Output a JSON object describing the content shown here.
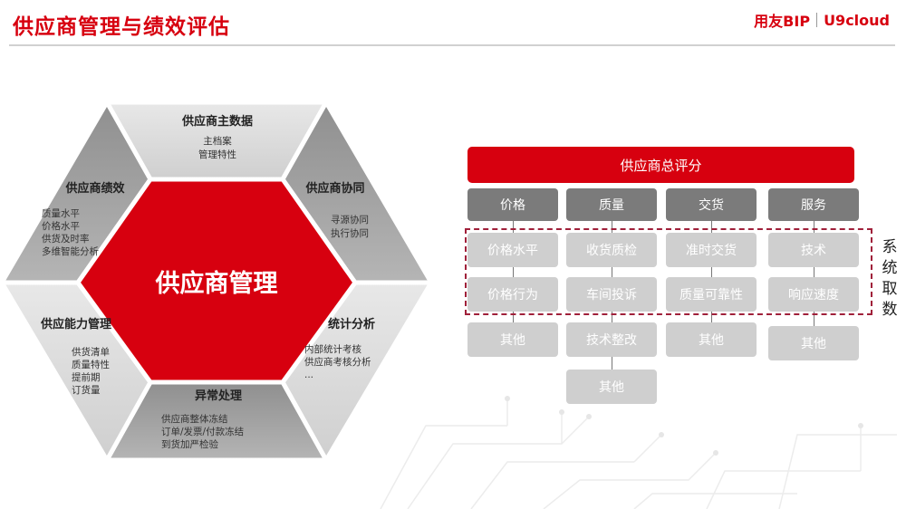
{
  "title": "供应商管理与绩效评估",
  "logo": {
    "brand": "用友BIP",
    "product": "U9cloud"
  },
  "hexagon": {
    "center": "供应商管理",
    "segments": [
      {
        "id": "master",
        "title": "供应商主数据",
        "items": [
          "主档案",
          "管理特性"
        ]
      },
      {
        "id": "collab",
        "title": "供应商协同",
        "items": [
          "寻源协同",
          "执行协同"
        ]
      },
      {
        "id": "stats",
        "title": "统计分析",
        "items": [
          "内部统计考核",
          "供应商考核分析",
          "..."
        ]
      },
      {
        "id": "exception",
        "title": "异常处理",
        "items": [
          "供应商整体冻结",
          "订单/发票/付款冻结",
          "到货加严检验"
        ]
      },
      {
        "id": "capability",
        "title": "供应能力管理",
        "items": [
          "供货清单",
          "质量特性",
          "提前期",
          "订货量"
        ]
      },
      {
        "id": "performance",
        "title": "供应商绩效",
        "items": [
          "质量水平",
          "价格水平",
          "供货及时率",
          "多维智能分析"
        ]
      }
    ]
  },
  "score_tree": {
    "root": "供应商总评分",
    "side_label": [
      "系",
      "统",
      "取",
      "数"
    ],
    "columns": [
      {
        "category": "价格",
        "items": [
          "价格水平",
          "价格行为",
          "其他"
        ]
      },
      {
        "category": "质量",
        "items": [
          "收货质检",
          "车间投诉",
          "技术整改",
          "其他"
        ]
      },
      {
        "category": "交货",
        "items": [
          "准时交货",
          "质量可靠性",
          "其他"
        ]
      },
      {
        "category": "服务",
        "items": [
          "技术",
          "响应速度",
          "其他"
        ]
      }
    ]
  },
  "colors": {
    "brand_red": "#d7000f",
    "category_gray": "#7b7b7b",
    "item_gray": "#cfcfcf",
    "segment_gray_dark": "#9a9a9a",
    "segment_gray_light": "#dedede"
  }
}
